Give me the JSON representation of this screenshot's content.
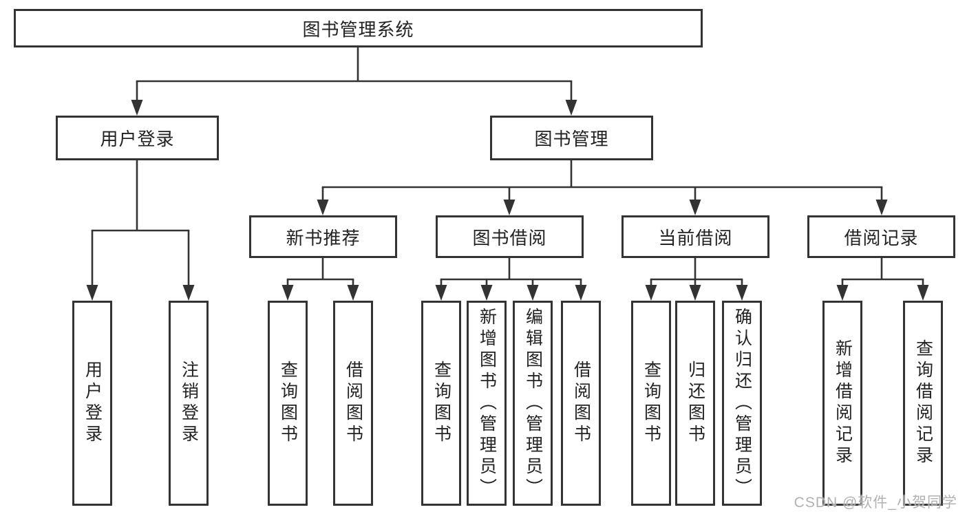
{
  "colors": {
    "line": "#333333",
    "border": "#333333",
    "text": "#222222",
    "watermark": "#a8a8a8"
  },
  "chart_data": {
    "type": "table",
    "title": "图书管理系统功能结构图"
  },
  "tree": {
    "label": "图书管理系统",
    "children": [
      {
        "label": "用户登录",
        "children": [
          {
            "label": "用户登录"
          },
          {
            "label": "注销登录"
          }
        ]
      },
      {
        "label": "图书管理",
        "children": [
          {
            "label": "新书推荐",
            "children": [
              {
                "label": "查询图书"
              },
              {
                "label": "借阅图书"
              }
            ]
          },
          {
            "label": "图书借阅",
            "children": [
              {
                "label": "查询图书"
              },
              {
                "label": "新增图书（管理员）"
              },
              {
                "label": "编辑图书（管理员）"
              },
              {
                "label": "借阅图书"
              }
            ]
          },
          {
            "label": "当前借阅",
            "children": [
              {
                "label": "查询图书"
              },
              {
                "label": "归还图书"
              },
              {
                "label": "确认归还（管理员）"
              }
            ]
          },
          {
            "label": "借阅记录",
            "children": [
              {
                "label": "新增借阅记录"
              },
              {
                "label": "查询借阅记录"
              }
            ]
          }
        ]
      }
    ]
  },
  "watermark": {
    "text": "CSDN @软件_小贺同学"
  }
}
